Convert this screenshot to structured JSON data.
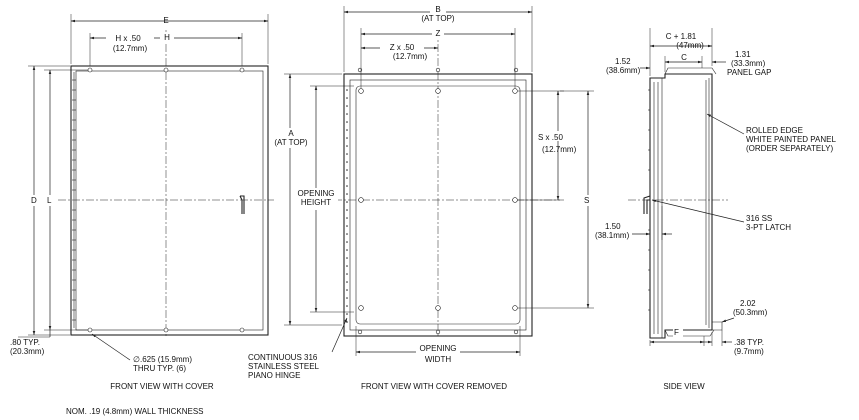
{
  "labels": {
    "E": "E",
    "H_x_50": "H  x .50",
    "H_x_50_mm": "(12.7mm)",
    "H": "H",
    "D": "D",
    "L": "L",
    "wall_80": ".80 TYP.",
    "wall_80_mm": "(20.3mm)",
    "hole_dia": "∅.625 (15.9mm)",
    "hole_thru": "THRU TYP. (6)",
    "B": "B",
    "B_at_top": "(AT TOP)",
    "Z": "Z",
    "Z_x_50": "Z  x .50",
    "Z_x_50_mm": "(12.7mm)",
    "A": "A",
    "A_at_top": "(AT TOP)",
    "opening_height_1": "OPENING",
    "opening_height_2": "HEIGHT",
    "S_x_50": "S  x .50",
    "S_x_50_mm": "(12.7mm)",
    "S": "S",
    "opening_width_1": "OPENING",
    "opening_width_2": "WIDTH",
    "hinge_1": "CONTINUOUS 316",
    "hinge_2": "STAINLESS STEEL",
    "hinge_3": "PIANO HINGE",
    "C_plus": "C + 1.81",
    "C_plus_mm": "(47mm)",
    "C": "C",
    "d152": "1.52",
    "d152_mm": "(38.6mm)",
    "d131": "1.31",
    "d131_mm": "(33.3mm)",
    "panel_gap": "PANEL GAP",
    "rolled_1": "ROLLED EDGE",
    "rolled_2": "WHITE PAINTED PANEL",
    "rolled_3": "(ORDER SEPARATELY)",
    "d150": "1.50",
    "d150_mm": "(38.1mm)",
    "latch_1": "316 SS",
    "latch_2": "3-PT LATCH",
    "d202": "2.02",
    "d202_mm": "(50.3mm)",
    "F": "F",
    "d38": ".38 TYP.",
    "d38_mm": "(9.7mm)"
  },
  "captions": {
    "front_cover": "FRONT VIEW WITH COVER",
    "front_removed": "FRONT VIEW WITH COVER REMOVED",
    "side": "SIDE VIEW",
    "wall": "NOM. .19 (4.8mm) WALL THICKNESS"
  },
  "colors": {
    "line": "#222222",
    "background": "#ffffff"
  }
}
